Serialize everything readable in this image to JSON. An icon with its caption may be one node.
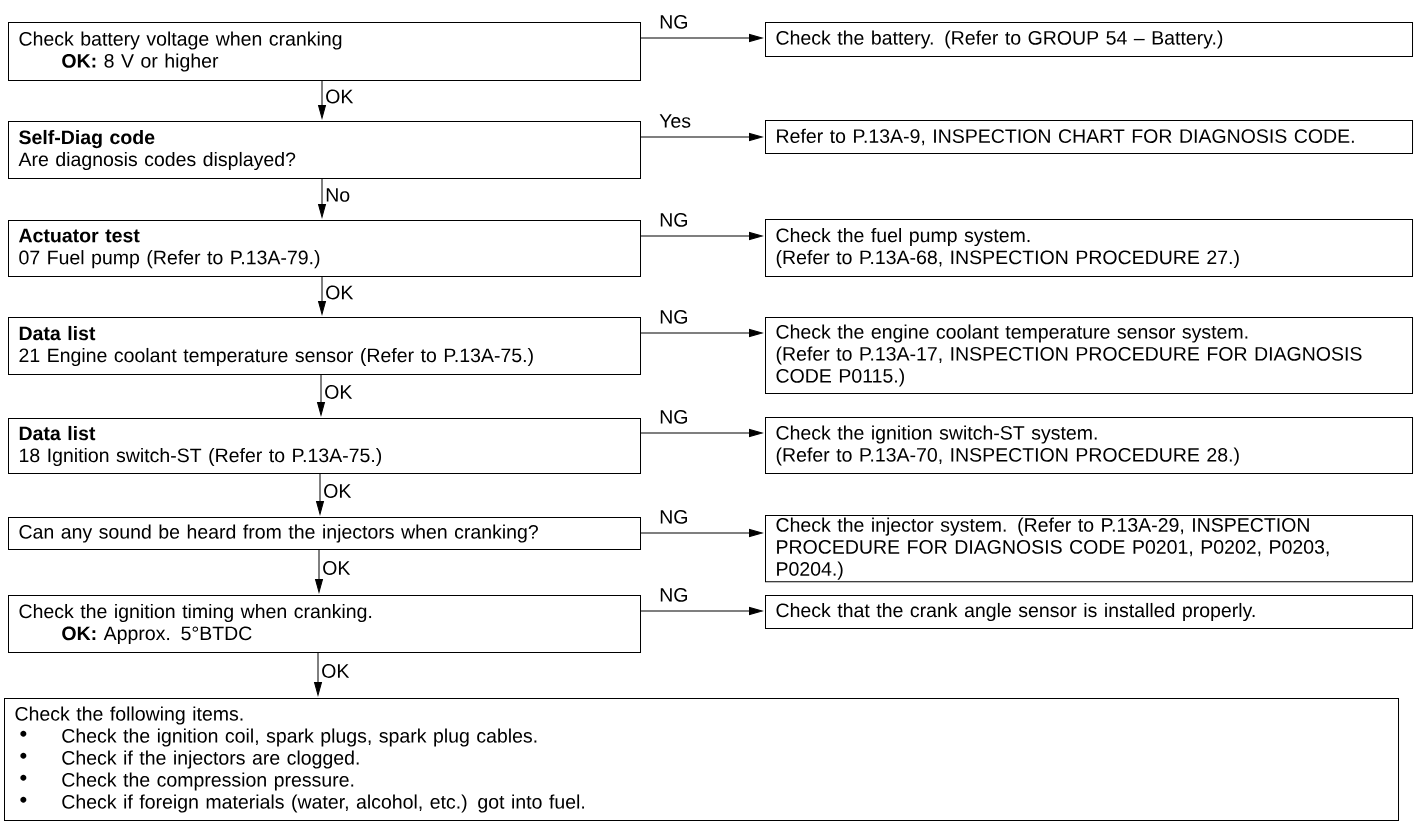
{
  "diagram": {
    "nodes": [
      {
        "text": [
          "Check battery voltage when cranking",
          "**OK:** 8 V or higher"
        ]
      },
      {
        "text": [
          "Check the battery. (Refer to GROUP 54 – Battery.)"
        ]
      },
      {
        "text": [
          "Self-Diag code",
          "Are diagnosis codes displayed?"
        ]
      },
      {
        "text": [
          "Refer to P.13A-9, INSPECTION CHART FOR DIAGNOSIS CODE."
        ]
      },
      {
        "text": [
          "Actuator test",
          "07 Fuel pump (Refer to P.13A-79.)"
        ]
      },
      {
        "text": [
          "Check the fuel pump system.",
          "(Refer to P.13A-68, INSPECTION PROCEDURE 27.)"
        ]
      },
      {
        "text": [
          "Data list",
          "21 Engine coolant temperature sensor (Refer to P.13A-75.)"
        ]
      },
      {
        "text": [
          "Check the engine coolant temperature sensor system.",
          "(Refer to P.13A-17, INSPECTION PROCEDURE FOR DIAGNOSIS CODE P0115.)"
        ]
      },
      {
        "text": [
          "Data list",
          "18 Ignition switch-ST (Refer to P.13A-75.)"
        ]
      },
      {
        "text": [
          "Check the ignition switch-ST system.",
          "(Refer to P.13A-70, INSPECTION PROCEDURE 28.)"
        ]
      },
      {
        "text": [
          "Can any sound be heard from the injectors when cranking?"
        ]
      },
      {
        "text": [
          "Check the injector system. (Refer to P.13A-29, INSPECTION PROCEDURE FOR DIAGNOSIS CODE P0201, P0202, P0203, P0204.)"
        ]
      },
      {
        "text": [
          "Check the ignition timing when cranking.",
          "**OK:** Approx. 5°BTDC"
        ]
      },
      {
        "text": [
          "Check that the crank angle sensor is installed properly."
        ]
      },
      {
        "text": [
          "Check the following items.",
          "Check the ignition coil, spark plugs, spark plug cables.",
          "Check if the injectors are clogged.",
          "Check the compression pressure.",
          "Check if foreign materials (water, alcohol, etc.) got into fuel."
        ]
      }
    ],
    "edges": [
      {
        "from": 0,
        "to": 1,
        "arrow": "to",
        "label": "NG"
      },
      {
        "from": 0,
        "to": 2,
        "arrow": "to",
        "label": "OK"
      },
      {
        "from": 2,
        "to": 3,
        "arrow": "to",
        "label": "Yes"
      },
      {
        "from": 2,
        "to": 4,
        "arrow": "to",
        "label": "No"
      },
      {
        "from": 4,
        "to": 5,
        "arrow": "to",
        "label": "NG"
      },
      {
        "from": 4,
        "to": 6,
        "arrow": "to",
        "label": "OK"
      },
      {
        "from": 6,
        "to": 7,
        "arrow": "to",
        "label": "NG"
      },
      {
        "from": 6,
        "to": 8,
        "arrow": "to",
        "label": "OK"
      },
      {
        "from": 8,
        "to": 9,
        "arrow": "to",
        "label": "NG"
      },
      {
        "from": 8,
        "to": 10,
        "arrow": "to",
        "label": "OK"
      },
      {
        "from": 10,
        "to": 11,
        "arrow": "to",
        "label": "NG"
      },
      {
        "from": 10,
        "to": 12,
        "arrow": "to",
        "label": "OK"
      },
      {
        "from": 12,
        "to": 13,
        "arrow": "to",
        "label": "NG"
      },
      {
        "from": 12,
        "to": 14,
        "arrow": "to",
        "label": "OK"
      }
    ]
  }
}
